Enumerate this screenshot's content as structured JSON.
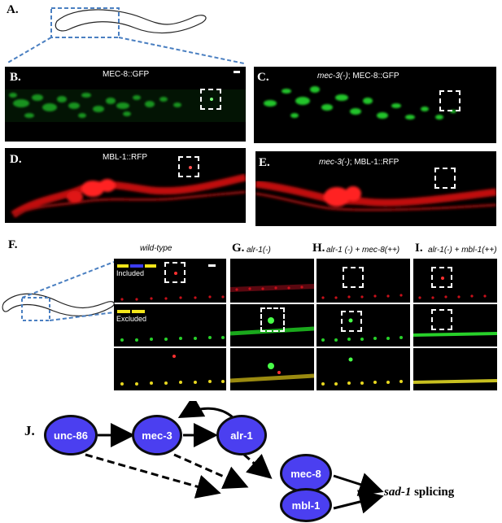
{
  "panels": {
    "A": "A.",
    "B": "B.",
    "C": "C.",
    "D": "D.",
    "E": "E.",
    "F": "F.",
    "G": "G.",
    "H": "H.",
    "I": "I.",
    "J": "J."
  },
  "captions": {
    "B": "MEC-8::GFP",
    "C_italic": "mec-3(-)",
    "C_rest": "; MEC-8::GFP",
    "D": "MBL-1::RFP",
    "E_italic": "mec-3(-)",
    "E_rest": "; MBL-1::RFP"
  },
  "columns": {
    "F": "wild-type",
    "G": "alr-1(-)",
    "H": "alr-1 (-) + mec-8(++)",
    "I": "alr-1(-) + mbl-1(++)"
  },
  "reporter_labels": {
    "included": "Included",
    "excluded": "Excluded"
  },
  "network": {
    "nodes": {
      "unc86": "unc-86",
      "mec3": "mec-3",
      "alr1": "alr-1",
      "mec8": "mec-8",
      "mbl1": "mbl-1"
    },
    "output_italic": "sad-1",
    "output_rest": " splicing"
  },
  "colors": {
    "node_fill": "#4b3ff0",
    "dashed_outline": "#4a7fc1",
    "included_bar_yellow": "#f2e51a",
    "included_bar_blue": "#3c3cf0"
  }
}
